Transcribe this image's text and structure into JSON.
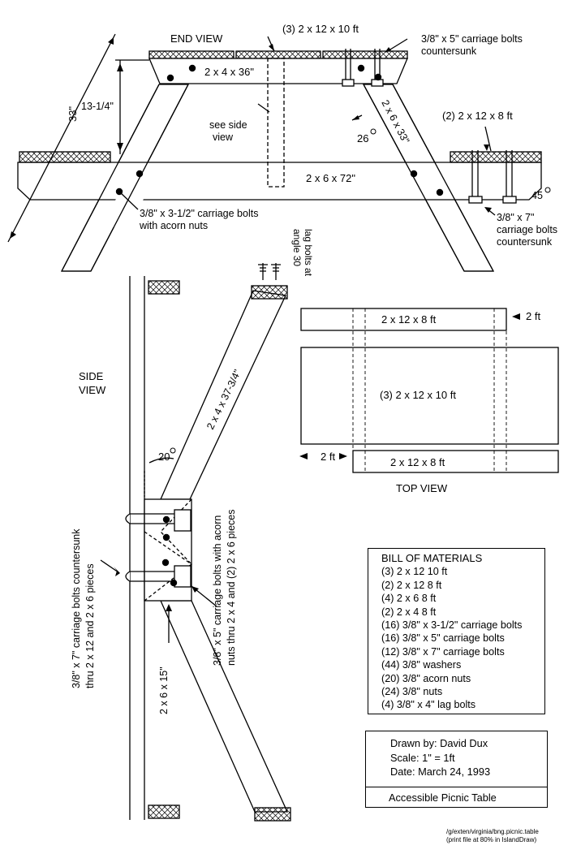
{
  "end_view": {
    "title": "END VIEW",
    "top_boards": "(3) 2 x 12 x 10 ft",
    "bolts_5in": "3/8\" x 5\" carriage bolts",
    "bolts_5in_2": "countersunk",
    "cleat": "2 x 4 x 36\"",
    "leg_length": "33\"",
    "height": "13-1/4\"",
    "see_side": "see side",
    "see_side_2": "view",
    "leg_board": "2 x 6 x 33\"",
    "leg_angle": "26",
    "seat_boards": "(2) 2 x 12 x 8 ft",
    "seat_support": "2 x 6 x 72\"",
    "seat_angle": "45",
    "bolts_312": "3/8\" x 3-1/2\" carriage bolts",
    "bolts_312_2": "with acorn nuts",
    "bolts_7in": "3/8\" x 7\"",
    "bolts_7in_2": "carriage bolts",
    "bolts_7in_3": "countersunk"
  },
  "side_view": {
    "title": "SIDE",
    "title_2": "VIEW",
    "lag": "lag bolts at",
    "lag_2": "angle 30",
    "brace": "2 x 4 x 37-3/4\"",
    "brace_angle": "20",
    "bolts_5in": "3/8\" x 5\" carriage bolts with acorn",
    "bolts_5in_2": "nuts thru 2 x 4 and (2) 2 x 6 pieces",
    "bolts_7in": "3/8\" x 7\" carriage bolts countersunk",
    "bolts_7in_2": "thru 2 x 12 and 2 x 6 pieces",
    "leg_piece": "2 x 6 x 15\""
  },
  "top_view": {
    "title": "TOP VIEW",
    "seat_top": "2 x 12 x 8 ft",
    "table_top": "(3) 2 x 12 x 10 ft",
    "seat_bottom": "2 x 12 x 8 ft",
    "offset_right": "2 ft",
    "offset_left": "2 ft"
  },
  "bill_of_materials": {
    "title": "BILL OF MATERIALS",
    "items": [
      "(3) 2 x 12   10 ft",
      "(2) 2 x 12     8 ft",
      "(4) 2 x 6      8 ft",
      "(2) 2 x 4      8 ft",
      "(16)  3/8\" x 3-1/2\" carriage bolts",
      "(16)  3/8\" x 5\" carriage bolts",
      "(12)  3/8\" x 7\" carriage bolts",
      "(44)  3/8\" washers",
      "(20)  3/8\" acorn nuts",
      "(24)  3/8\" nuts",
      "(4)    3/8\" x 4\" lag bolts"
    ]
  },
  "title_block": {
    "drawn_by": "Drawn by: David Dux",
    "scale": "Scale: 1\" = 1ft",
    "date": "Date: March 24, 1993",
    "name": "Accessible Picnic Table"
  },
  "footer": {
    "path": "/g/exten/virginia/bng.picnic.table",
    "note": "(print file at 80% in IslandDraw)"
  }
}
